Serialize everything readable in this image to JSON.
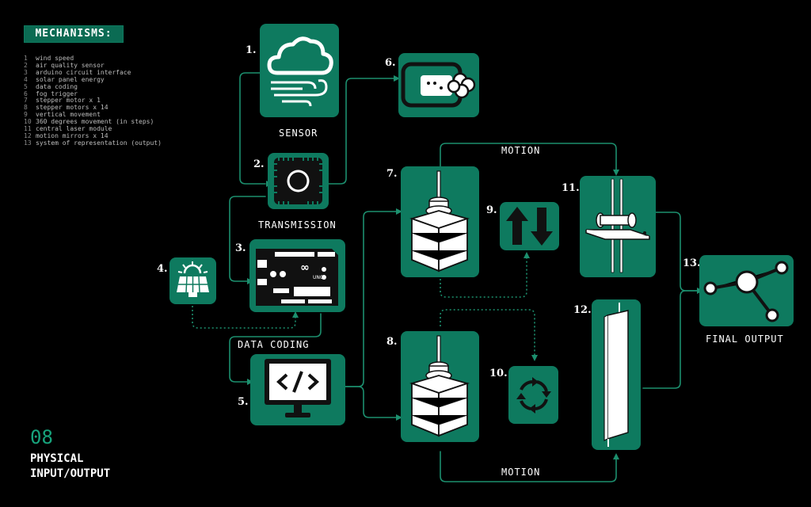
{
  "colors": {
    "background": "#000000",
    "accent": "#0e7a5f",
    "line": "#1c8f6e"
  },
  "mechanisms": {
    "title": "MECHANISMS:",
    "items": [
      {
        "n": "1",
        "text": "wind speed"
      },
      {
        "n": "2",
        "text": "air quality sensor"
      },
      {
        "n": "3",
        "text": "arduino circuit interface"
      },
      {
        "n": "4",
        "text": "solar panel energy"
      },
      {
        "n": "5",
        "text": "data coding"
      },
      {
        "n": "6",
        "text": "fog trigger"
      },
      {
        "n": "7",
        "text": "stepper motor x 1"
      },
      {
        "n": "8",
        "text": "stepper motors x 14"
      },
      {
        "n": "9",
        "text": "vertical movement"
      },
      {
        "n": "10",
        "text": "360 degrees movement (in steps)"
      },
      {
        "n": "11",
        "text": "central laser module"
      },
      {
        "n": "12",
        "text": "motion mirrors x 14"
      },
      {
        "n": "13",
        "text": "system of representation (output)"
      }
    ]
  },
  "section": {
    "number": "08",
    "title_line1": "PHYSICAL",
    "title_line2": "INPUT/OUTPUT"
  },
  "labels": {
    "sensor": "SENSOR",
    "transmission": "TRANSMISSION",
    "data_coding": "DATA CODING",
    "motion_top": "MOTION",
    "motion_bottom": "MOTION",
    "final_output": "FINAL OUTPUT"
  },
  "numbers": {
    "n1": "1.",
    "n2": "2.",
    "n3": "3.",
    "n4": "4.",
    "n5": "5.",
    "n6": "6.",
    "n7": "7.",
    "n8": "8.",
    "n9": "9.",
    "n10": "10.",
    "n11": "11.",
    "n12": "12.",
    "n13": "13."
  },
  "icons": {
    "t1": "cloud-wind-icon",
    "t2": "sensor-chip-icon",
    "t3": "arduino-board-icon",
    "t4": "solar-panel-icon",
    "t5": "code-monitor-icon",
    "t6": "fog-machine-icon",
    "t7": "stepper-motor-icon",
    "t8": "stepper-motor-icon",
    "t9": "up-down-arrows-icon",
    "t10": "rotation-arrows-icon",
    "t11": "laser-module-icon",
    "t12": "mirror-strip-icon",
    "t13": "network-nodes-icon"
  }
}
